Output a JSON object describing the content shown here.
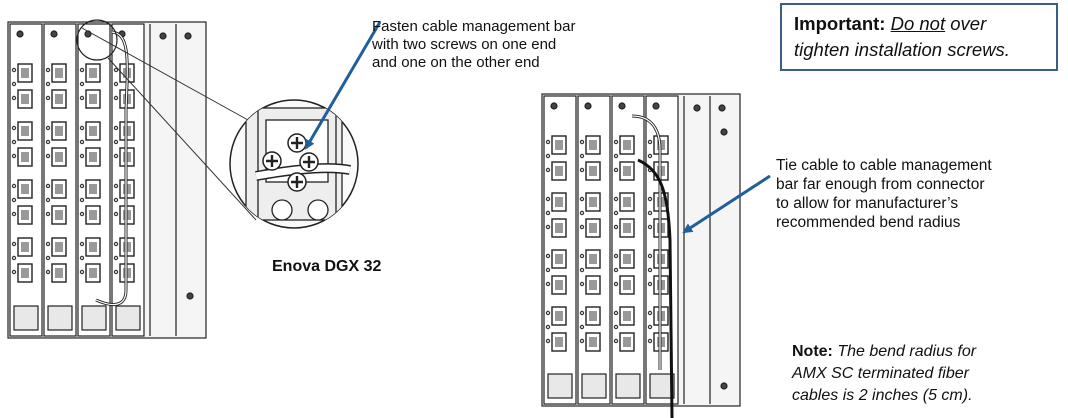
{
  "callouts": {
    "fasten": [
      "Fasten cable management bar",
      "with two screws on one end",
      "and one on the other end"
    ],
    "tie": [
      "Tie cable to cable management",
      "bar far enough from connector",
      "to allow for manufacturer’s",
      "recommended bend radius"
    ]
  },
  "important": {
    "label": "Important:",
    "emphasis": "Do not",
    "line1_rest": " over",
    "line2": "tighten installation screws."
  },
  "model_label": "Enova DGX 32",
  "note": {
    "label": "Note:",
    "line1": " The bend radius for",
    "line2": "AMX SC terminated fiber",
    "line3": "cables is 2 inches (5 cm)."
  },
  "colors": {
    "arrow": "#1f5f9b",
    "frame": "#3a5f85",
    "line_art": "#222222"
  }
}
